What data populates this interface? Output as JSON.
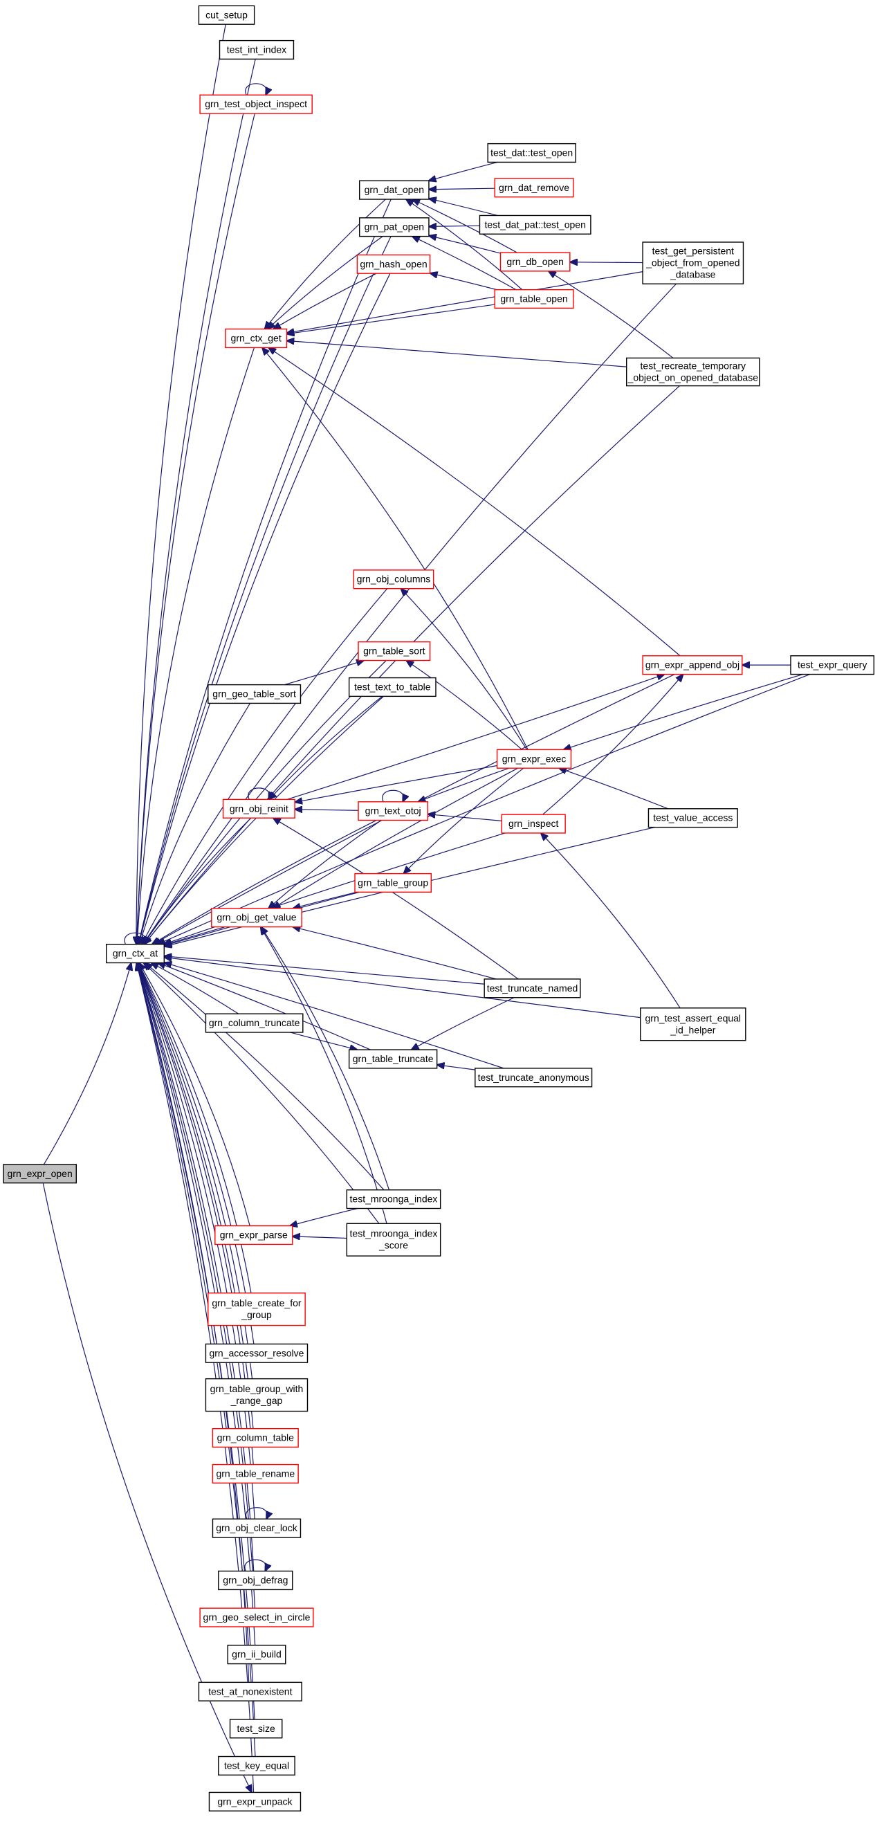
{
  "colors": {
    "edge": "#191970",
    "border_normal": "#000000",
    "border_truncated": "#ff0000",
    "focus_fill": "#bfbfbf",
    "node_fill": "#ffffff"
  },
  "nodes": {
    "cut_setup": {
      "lines": [
        "cut_setup"
      ],
      "style": "normal"
    },
    "test_int_index": {
      "lines": [
        "test_int_index"
      ],
      "style": "normal"
    },
    "grn_test_object_inspect": {
      "lines": [
        "grn_test_object_inspect"
      ],
      "style": "truncated"
    },
    "grn_dat_open": {
      "lines": [
        "grn_dat_open"
      ],
      "style": "normal"
    },
    "test_dat_test_open": {
      "lines": [
        "test_dat::test_open"
      ],
      "style": "normal"
    },
    "grn_dat_remove": {
      "lines": [
        "grn_dat_remove"
      ],
      "style": "truncated"
    },
    "grn_pat_open": {
      "lines": [
        "grn_pat_open"
      ],
      "style": "normal"
    },
    "test_dat_pat_test_open": {
      "lines": [
        "test_dat_pat::test_open"
      ],
      "style": "normal"
    },
    "grn_db_open": {
      "lines": [
        "grn_db_open"
      ],
      "style": "truncated"
    },
    "test_get_persistent": {
      "lines": [
        "test_get_persistent",
        "_object_from_opened",
        "_database"
      ],
      "style": "normal"
    },
    "grn_hash_open": {
      "lines": [
        "grn_hash_open"
      ],
      "style": "truncated"
    },
    "grn_table_open": {
      "lines": [
        "grn_table_open"
      ],
      "style": "truncated"
    },
    "grn_ctx_get": {
      "lines": [
        "grn_ctx_get"
      ],
      "style": "truncated"
    },
    "test_recreate_temporary": {
      "lines": [
        "test_recreate_temporary",
        "_object_on_opened_database"
      ],
      "style": "normal"
    },
    "grn_obj_columns": {
      "lines": [
        "grn_obj_columns"
      ],
      "style": "truncated"
    },
    "grn_table_sort": {
      "lines": [
        "grn_table_sort"
      ],
      "style": "truncated"
    },
    "grn_expr_append_obj": {
      "lines": [
        "grn_expr_append_obj"
      ],
      "style": "truncated"
    },
    "test_expr_query": {
      "lines": [
        "test_expr_query"
      ],
      "style": "normal"
    },
    "grn_geo_table_sort": {
      "lines": [
        "grn_geo_table_sort"
      ],
      "style": "normal"
    },
    "test_text_to_table": {
      "lines": [
        "test_text_to_table"
      ],
      "style": "normal"
    },
    "grn_expr_exec": {
      "lines": [
        "grn_expr_exec"
      ],
      "style": "truncated"
    },
    "grn_obj_reinit": {
      "lines": [
        "grn_obj_reinit"
      ],
      "style": "truncated"
    },
    "grn_text_otoj": {
      "lines": [
        "grn_text_otoj"
      ],
      "style": "truncated"
    },
    "grn_inspect": {
      "lines": [
        "grn_inspect"
      ],
      "style": "truncated"
    },
    "test_value_access": {
      "lines": [
        "test_value_access"
      ],
      "style": "normal"
    },
    "grn_table_group": {
      "lines": [
        "grn_table_group"
      ],
      "style": "truncated"
    },
    "grn_obj_get_value": {
      "lines": [
        "grn_obj_get_value"
      ],
      "style": "truncated"
    },
    "grn_ctx_at": {
      "lines": [
        "grn_ctx_at"
      ],
      "style": "normal"
    },
    "test_truncate_named": {
      "lines": [
        "test_truncate_named"
      ],
      "style": "normal"
    },
    "grn_test_assert_equal": {
      "lines": [
        "grn_test_assert_equal",
        "_id_helper"
      ],
      "style": "normal"
    },
    "grn_column_truncate": {
      "lines": [
        "grn_column_truncate"
      ],
      "style": "normal"
    },
    "grn_table_truncate": {
      "lines": [
        "grn_table_truncate"
      ],
      "style": "normal"
    },
    "test_truncate_anonymous": {
      "lines": [
        "test_truncate_anonymous"
      ],
      "style": "normal"
    },
    "grn_expr_open": {
      "lines": [
        "grn_expr_open"
      ],
      "style": "focus"
    },
    "test_mroonga_index": {
      "lines": [
        "test_mroonga_index"
      ],
      "style": "normal"
    },
    "grn_expr_parse": {
      "lines": [
        "grn_expr_parse"
      ],
      "style": "truncated"
    },
    "test_mroonga_index_score": {
      "lines": [
        "test_mroonga_index",
        "_score"
      ],
      "style": "normal"
    },
    "grn_table_create_for": {
      "lines": [
        "grn_table_create_for",
        "_group"
      ],
      "style": "truncated"
    },
    "grn_accessor_resolve": {
      "lines": [
        "grn_accessor_resolve"
      ],
      "style": "normal"
    },
    "grn_table_group_with": {
      "lines": [
        "grn_table_group_with",
        "_range_gap"
      ],
      "style": "normal"
    },
    "grn_column_table": {
      "lines": [
        "grn_column_table"
      ],
      "style": "truncated"
    },
    "grn_table_rename": {
      "lines": [
        "grn_table_rename"
      ],
      "style": "truncated"
    },
    "grn_obj_clear_lock": {
      "lines": [
        "grn_obj_clear_lock"
      ],
      "style": "normal"
    },
    "grn_obj_defrag": {
      "lines": [
        "grn_obj_defrag"
      ],
      "style": "normal"
    },
    "grn_geo_select_in_circle": {
      "lines": [
        "grn_geo_select_in_circle"
      ],
      "style": "truncated"
    },
    "grn_ii_build": {
      "lines": [
        "grn_ii_build"
      ],
      "style": "normal"
    },
    "test_at_nonexistent": {
      "lines": [
        "test_at_nonexistent"
      ],
      "style": "normal"
    },
    "test_size": {
      "lines": [
        "test_size"
      ],
      "style": "normal"
    },
    "test_key_equal": {
      "lines": [
        "test_key_equal"
      ],
      "style": "normal"
    },
    "grn_expr_unpack": {
      "lines": [
        "grn_expr_unpack"
      ],
      "style": "normal"
    }
  },
  "edges": [
    [
      "grn_ctx_at",
      "grn_expr_open"
    ],
    [
      "grn_expr_unpack",
      "grn_expr_open"
    ],
    [
      "grn_ctx_at",
      "grn_ctx_at"
    ],
    [
      "grn_ctx_at",
      "cut_setup"
    ],
    [
      "grn_ctx_at",
      "test_int_index"
    ],
    [
      "grn_ctx_at",
      "grn_test_object_inspect"
    ],
    [
      "grn_test_object_inspect",
      "grn_test_object_inspect"
    ],
    [
      "grn_ctx_at",
      "test_get_persistent"
    ],
    [
      "grn_ctx_at",
      "grn_dat_open"
    ],
    [
      "grn_ctx_at",
      "grn_pat_open"
    ],
    [
      "grn_ctx_at",
      "grn_hash_open"
    ],
    [
      "grn_ctx_at",
      "grn_ctx_get"
    ],
    [
      "grn_ctx_at",
      "test_recreate_temporary"
    ],
    [
      "grn_ctx_at",
      "test_expr_query"
    ],
    [
      "grn_ctx_at",
      "grn_expr_append_obj"
    ],
    [
      "grn_ctx_at",
      "grn_obj_columns"
    ],
    [
      "grn_ctx_at",
      "grn_table_sort"
    ],
    [
      "grn_ctx_at",
      "grn_geo_table_sort"
    ],
    [
      "grn_ctx_at",
      "test_text_to_table"
    ],
    [
      "grn_ctx_at",
      "grn_obj_reinit"
    ],
    [
      "grn_ctx_at",
      "grn_text_otoj"
    ],
    [
      "grn_ctx_at",
      "grn_table_group"
    ],
    [
      "grn_ctx_at",
      "grn_obj_get_value"
    ],
    [
      "grn_ctx_at",
      "grn_inspect"
    ],
    [
      "grn_ctx_at",
      "test_truncate_named"
    ],
    [
      "grn_ctx_at",
      "grn_column_truncate"
    ],
    [
      "grn_ctx_at",
      "grn_table_truncate"
    ],
    [
      "grn_ctx_at",
      "test_truncate_anonymous"
    ],
    [
      "grn_ctx_at",
      "test_value_access"
    ],
    [
      "grn_ctx_at",
      "grn_test_assert_equal"
    ],
    [
      "grn_ctx_at",
      "test_mroonga_index"
    ],
    [
      "grn_ctx_at",
      "grn_expr_parse"
    ],
    [
      "grn_ctx_at",
      "test_mroonga_index_score"
    ],
    [
      "grn_ctx_at",
      "grn_table_create_for"
    ],
    [
      "grn_ctx_at",
      "grn_accessor_resolve"
    ],
    [
      "grn_ctx_at",
      "grn_table_group_with"
    ],
    [
      "grn_ctx_at",
      "grn_column_table"
    ],
    [
      "grn_ctx_at",
      "grn_table_rename"
    ],
    [
      "grn_ctx_at",
      "grn_obj_clear_lock"
    ],
    [
      "grn_ctx_at",
      "grn_obj_defrag"
    ],
    [
      "grn_ctx_at",
      "grn_geo_select_in_circle"
    ],
    [
      "grn_ctx_at",
      "grn_ii_build"
    ],
    [
      "grn_ctx_at",
      "test_at_nonexistent"
    ],
    [
      "grn_ctx_at",
      "test_size"
    ],
    [
      "grn_ctx_at",
      "test_key_equal"
    ],
    [
      "grn_ctx_at",
      "grn_expr_unpack"
    ],
    [
      "grn_dat_open",
      "test_dat_test_open"
    ],
    [
      "grn_dat_open",
      "grn_dat_remove"
    ],
    [
      "grn_dat_open",
      "test_dat_pat_test_open"
    ],
    [
      "grn_dat_open",
      "grn_db_open"
    ],
    [
      "grn_dat_open",
      "grn_table_open"
    ],
    [
      "grn_pat_open",
      "test_dat_pat_test_open"
    ],
    [
      "grn_pat_open",
      "grn_db_open"
    ],
    [
      "grn_pat_open",
      "grn_table_open"
    ],
    [
      "grn_hash_open",
      "grn_table_open"
    ],
    [
      "grn_db_open",
      "test_get_persistent"
    ],
    [
      "grn_db_open",
      "test_recreate_temporary"
    ],
    [
      "grn_ctx_get",
      "grn_dat_open"
    ],
    [
      "grn_ctx_get",
      "grn_pat_open"
    ],
    [
      "grn_ctx_get",
      "grn_hash_open"
    ],
    [
      "grn_ctx_get",
      "grn_table_open"
    ],
    [
      "grn_ctx_get",
      "test_get_persistent"
    ],
    [
      "grn_ctx_get",
      "test_recreate_temporary"
    ],
    [
      "grn_ctx_get",
      "grn_expr_append_obj"
    ],
    [
      "grn_ctx_get",
      "grn_expr_exec"
    ],
    [
      "grn_obj_columns",
      "grn_expr_exec"
    ],
    [
      "grn_table_sort",
      "grn_expr_exec"
    ],
    [
      "grn_table_sort",
      "grn_geo_table_sort"
    ],
    [
      "grn_expr_append_obj",
      "test_expr_query"
    ],
    [
      "grn_expr_append_obj",
      "grn_obj_reinit"
    ],
    [
      "grn_expr_append_obj",
      "grn_inspect"
    ],
    [
      "grn_expr_exec",
      "test_expr_query"
    ],
    [
      "grn_expr_exec",
      "test_value_access"
    ],
    [
      "grn_obj_reinit",
      "grn_obj_reinit"
    ],
    [
      "grn_obj_reinit",
      "test_text_to_table"
    ],
    [
      "grn_obj_reinit",
      "grn_expr_exec"
    ],
    [
      "grn_obj_reinit",
      "grn_text_otoj"
    ],
    [
      "grn_obj_reinit",
      "test_truncate_named"
    ],
    [
      "grn_text_otoj",
      "grn_text_otoj"
    ],
    [
      "grn_text_otoj",
      "grn_expr_exec"
    ],
    [
      "grn_text_otoj",
      "grn_inspect"
    ],
    [
      "grn_inspect",
      "grn_test_assert_equal"
    ],
    [
      "grn_obj_get_value",
      "grn_text_otoj"
    ],
    [
      "grn_obj_get_value",
      "grn_table_group"
    ],
    [
      "grn_obj_get_value",
      "grn_expr_exec"
    ],
    [
      "grn_obj_get_value",
      "test_truncate_named"
    ],
    [
      "grn_obj_get_value",
      "test_mroonga_index"
    ],
    [
      "grn_obj_get_value",
      "test_mroonga_index_score"
    ],
    [
      "grn_table_group",
      "grn_expr_exec"
    ],
    [
      "grn_table_truncate",
      "grn_column_truncate"
    ],
    [
      "grn_table_truncate",
      "test_truncate_named"
    ],
    [
      "grn_table_truncate",
      "test_truncate_anonymous"
    ],
    [
      "grn_expr_parse",
      "test_mroonga_index"
    ],
    [
      "grn_expr_parse",
      "test_mroonga_index_score"
    ],
    [
      "grn_obj_clear_lock",
      "grn_obj_clear_lock"
    ],
    [
      "grn_obj_defrag",
      "grn_obj_defrag"
    ]
  ]
}
